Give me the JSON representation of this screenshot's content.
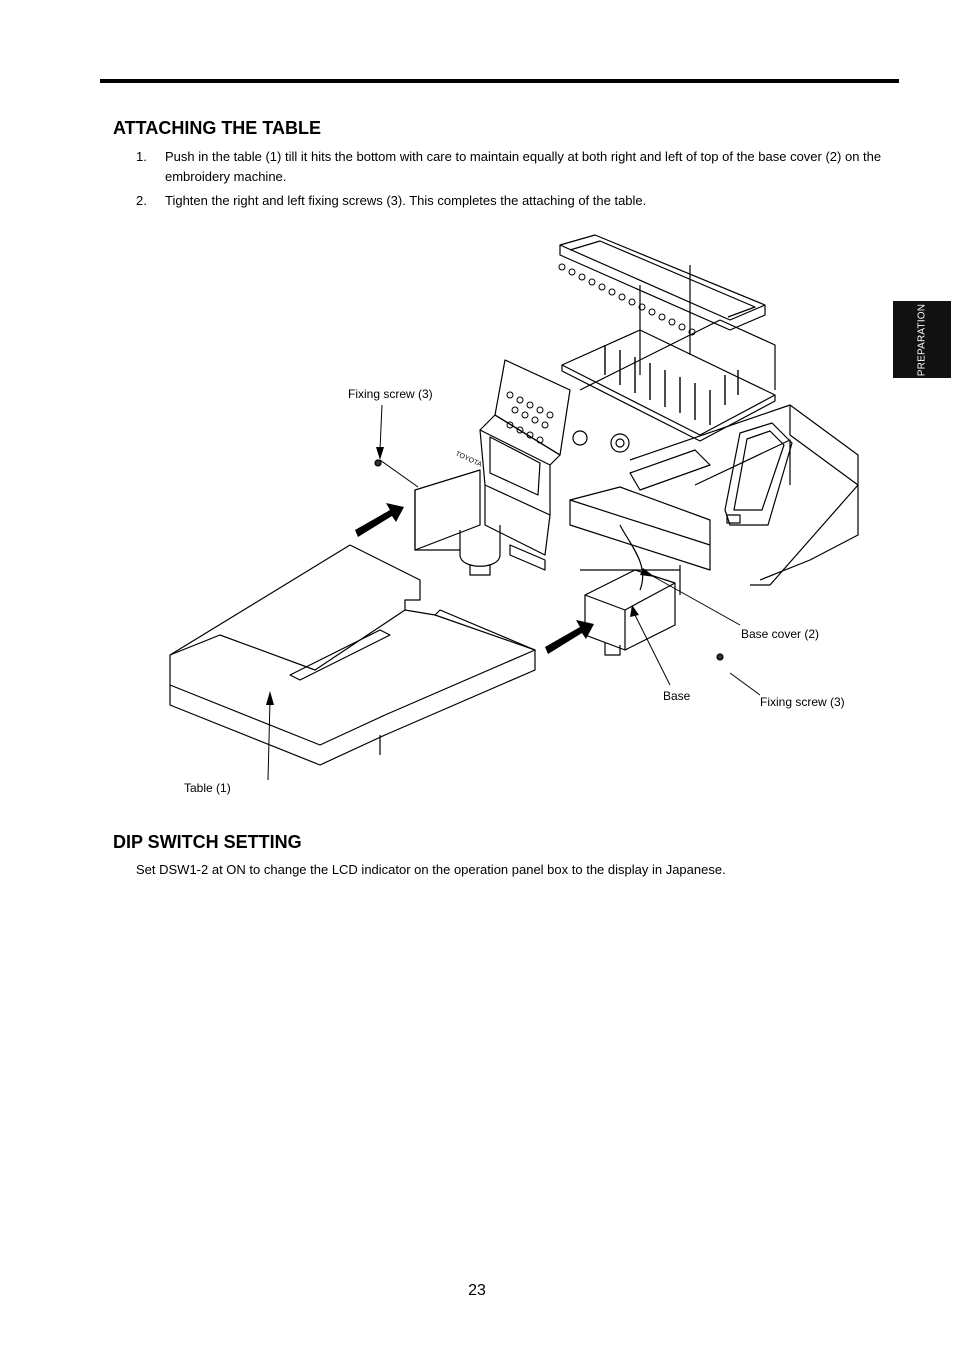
{
  "section_tab": "PREPARATION",
  "attaching": {
    "heading": "ATTACHING THE TABLE",
    "steps": [
      {
        "num": "1.",
        "text": "Push in the table (1) till it hits the bottom with care to maintain equally at both right and left of top of the base cover (2) on the embroidery machine."
      },
      {
        "num": "2.",
        "text": "Tighten the right and left fixing screws (3).  This completes the attaching of the table."
      }
    ]
  },
  "figure": {
    "labels": {
      "fixing_screw_left": "Fixing screw (3)",
      "base_cover": "Base cover (2)",
      "base": "Base",
      "fixing_screw_right": "Fixing screw (3)",
      "table": "Table (1)"
    },
    "brand": "TOYOTA"
  },
  "dip": {
    "heading": "DIP SWITCH SETTING",
    "text": "Set DSW1-2 at ON to change the LCD indicator on the operation panel box to the display in Japanese."
  },
  "page_number": "23"
}
